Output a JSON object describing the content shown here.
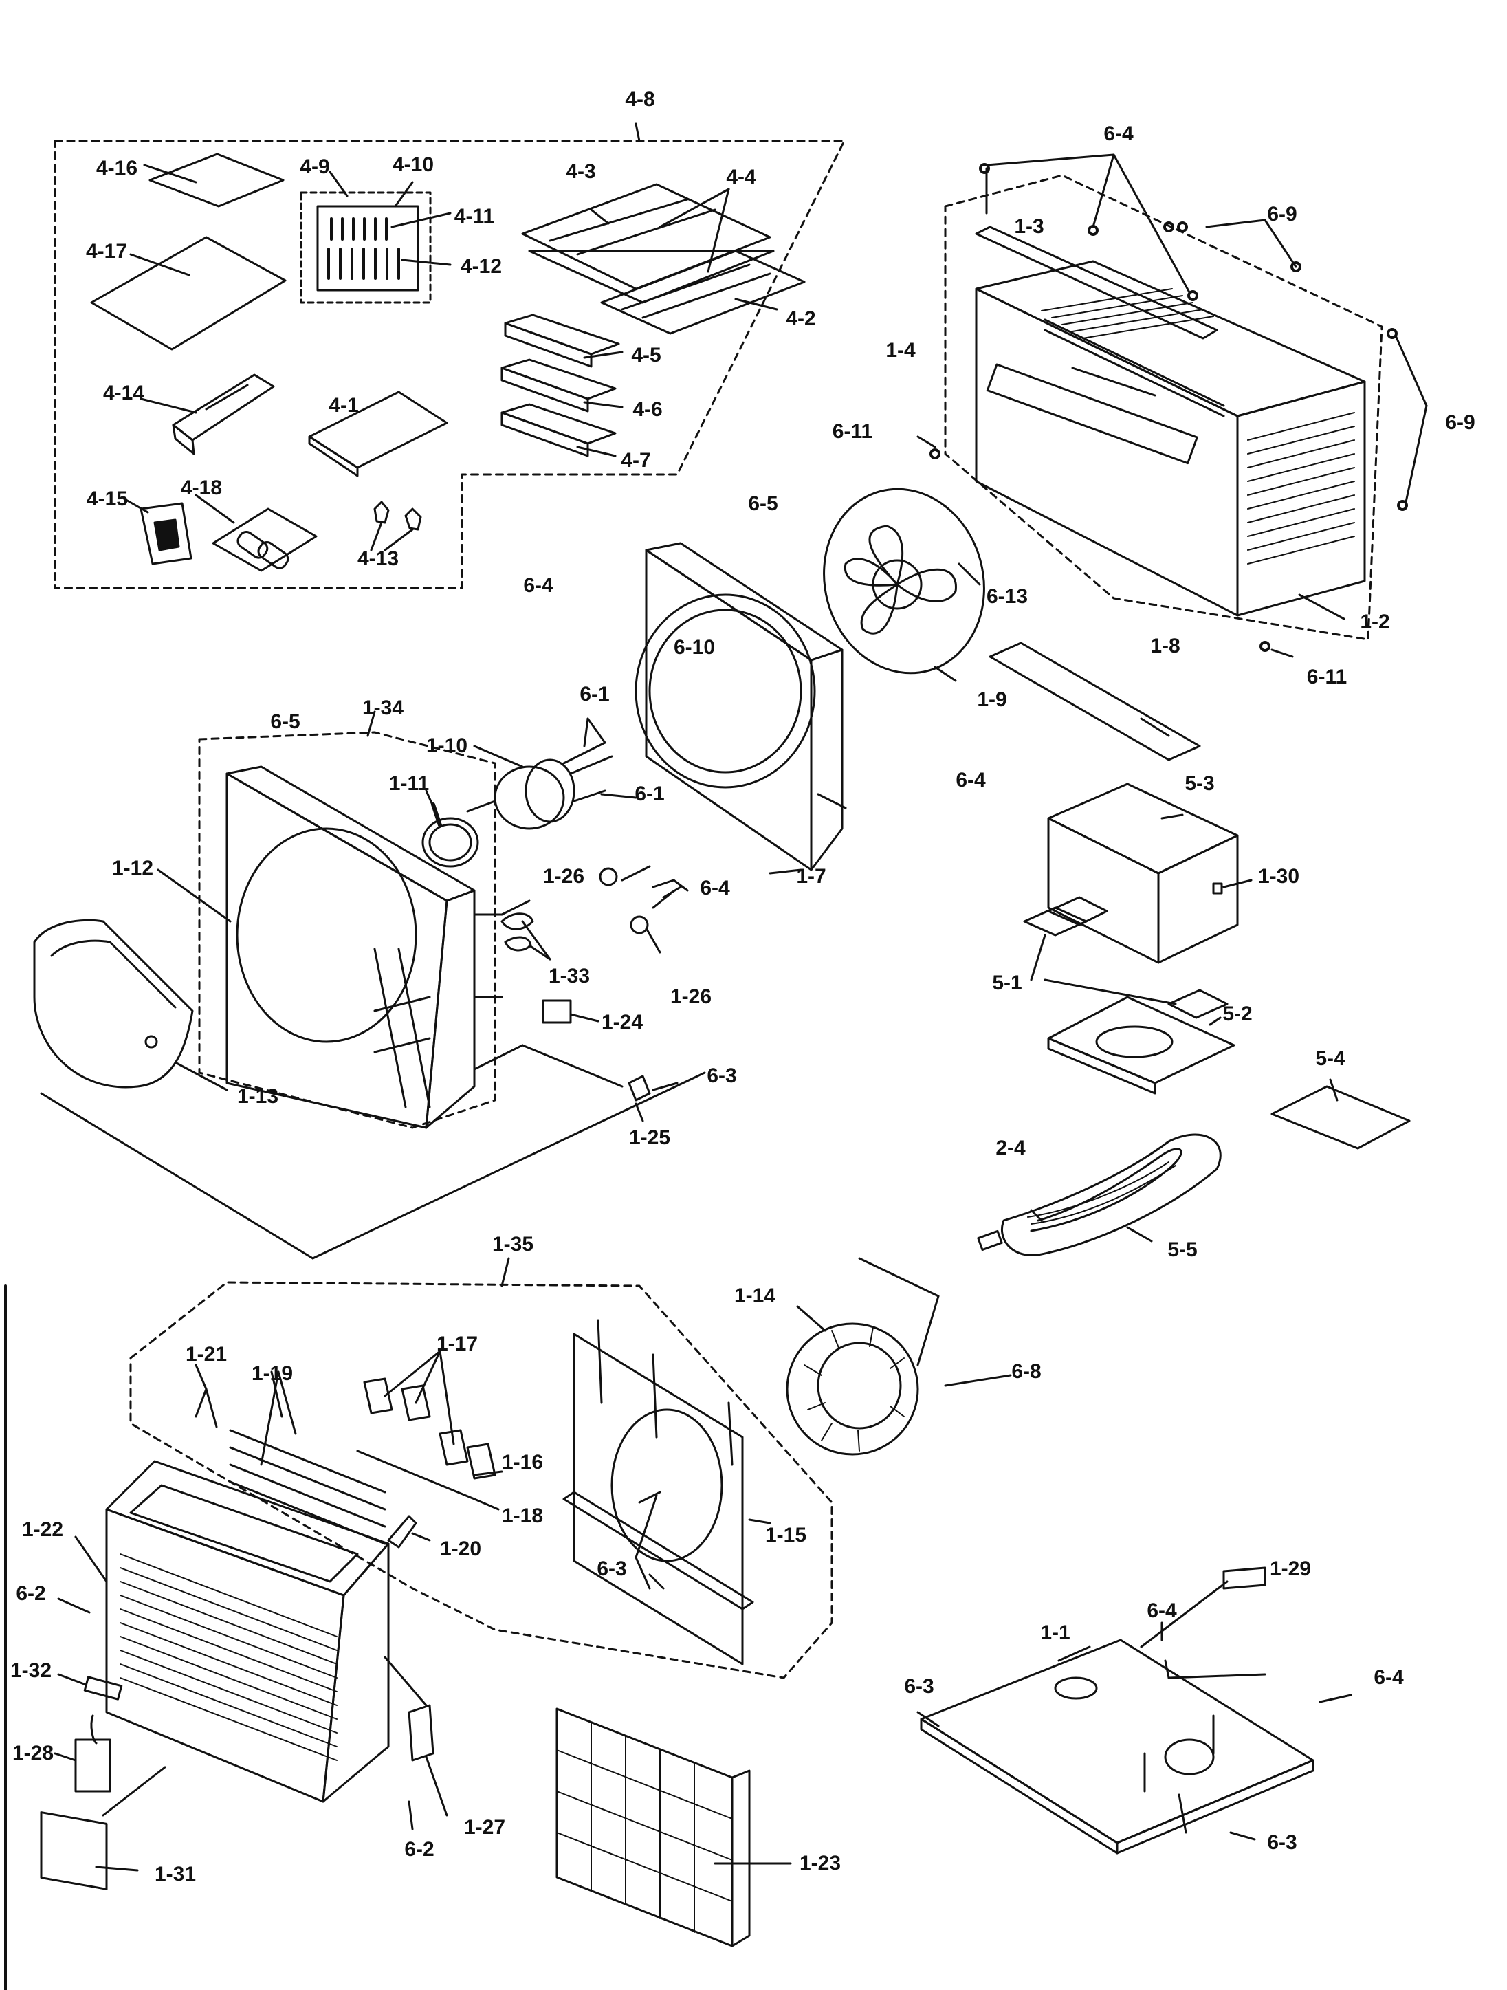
{
  "diagram": {
    "type": "exploded-parts-diagram",
    "line_color": "#111111",
    "labels": {
      "l_4_8": "4-8",
      "l_4_16": "4-16",
      "l_4_9": "4-9",
      "l_4_10": "4-10",
      "l_4_11": "4-11",
      "l_4_12": "4-12",
      "l_4_17": "4-17",
      "l_4_3": "4-3",
      "l_4_4": "4-4",
      "l_4_2": "4-2",
      "l_4_5": "4-5",
      "l_4_6": "4-6",
      "l_4_7": "4-7",
      "l_4_14": "4-14",
      "l_4_1": "4-1",
      "l_4_15": "4-15",
      "l_4_18": "4-18",
      "l_4_13": "4-13",
      "l_6_4_top": "6-4",
      "l_1_3": "1-3",
      "l_6_9_top": "6-9",
      "l_6_9_right": "6-9",
      "l_1_4": "1-4",
      "l_6_11_left": "6-11",
      "l_6_11_right": "6-11",
      "l_1_2": "1-2",
      "l_6_5_top": "6-5",
      "l_6_4_mid": "6-4",
      "l_6_13": "6-13",
      "l_6_10": "6-10",
      "l_6_1_a": "6-1",
      "l_6_1_b": "6-1",
      "l_1_9": "1-9",
      "l_1_8": "1-8",
      "l_6_4_fan": "6-4",
      "l_1_7": "1-7",
      "l_6_5_left": "6-5",
      "l_1_34": "1-34",
      "l_1_10": "1-10",
      "l_1_11": "1-11",
      "l_1_12": "1-12",
      "l_1_26_a": "1-26",
      "l_6_4_b": "6-4",
      "l_1_33": "1-33",
      "l_1_26_b": "1-26",
      "l_1_24": "1-24",
      "l_6_3_a": "6-3",
      "l_1_25": "1-25",
      "l_1_13": "1-13",
      "l_5_3": "5-3",
      "l_1_30": "1-30",
      "l_5_1": "5-1",
      "l_5_2": "5-2",
      "l_5_4": "5-4",
      "l_2_4": "2-4",
      "l_5_5": "5-5",
      "l_1_35": "1-35",
      "l_1_14": "1-14",
      "l_6_8": "6-8",
      "l_1_21": "1-21",
      "l_1_19": "1-19",
      "l_1_17": "1-17",
      "l_1_16": "1-16",
      "l_1_18": "1-18",
      "l_1_20": "1-20",
      "l_1_22": "1-22",
      "l_6_2_a": "6-2",
      "l_6_3_b": "6-3",
      "l_1_15": "1-15",
      "l_1_32": "1-32",
      "l_1_28": "1-28",
      "l_1_31": "1-31",
      "l_6_2_b": "6-2",
      "l_1_27": "1-27",
      "l_1_23": "1-23",
      "l_6_4_base": "6-4",
      "l_1_29": "1-29",
      "l_6_3_base": "6-3",
      "l_1_1": "1-1",
      "l_6_4_base_r": "6-4",
      "l_6_3_base_b": "6-3"
    }
  }
}
